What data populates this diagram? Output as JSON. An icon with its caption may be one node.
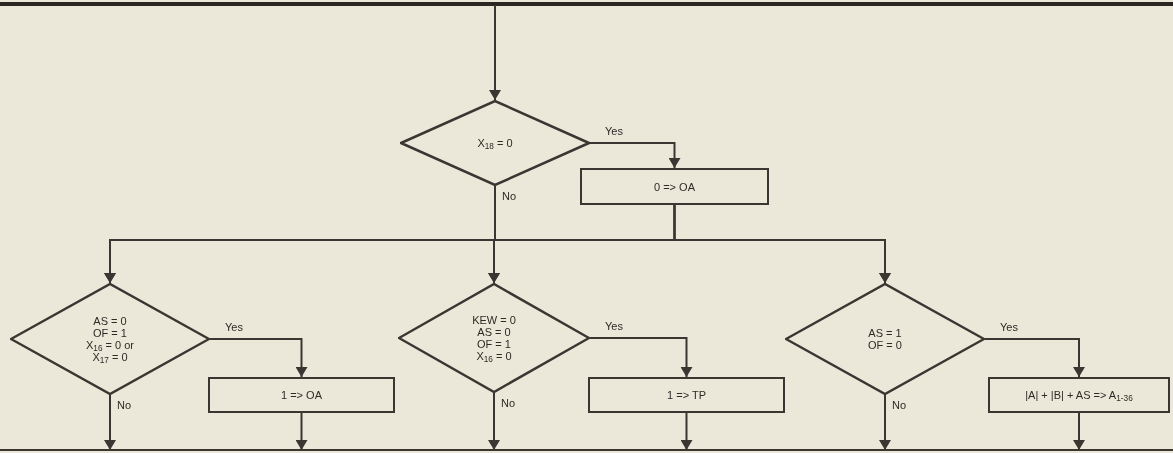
{
  "diagram": {
    "nodes": [
      {
        "text": [
          "X$_{18}$ = 0"
        ]
      },
      {
        "text": [
          "0 => OA"
        ]
      },
      {
        "text": [
          "AS = 0",
          "OF = 1",
          "X$_{16}$ = 0 or",
          "X$_{17}$ = 0"
        ]
      },
      {
        "text": [
          "1 => OA"
        ]
      },
      {
        "text": [
          "KEW = 0",
          "AS = 0",
          "OF = 1",
          "X$_{16}$ = 0"
        ]
      },
      {
        "text": [
          "1 => TP"
        ]
      },
      {
        "text": [
          "AS = 1",
          "OF = 0"
        ]
      },
      {
        "text": [
          "|A| + |B| + AS => A$_{1-36}$"
        ]
      }
    ],
    "edges": [
      {
        "from": null,
        "to": 0,
        "arrow": "to"
      },
      {
        "from": 0,
        "to": 1,
        "arrow": "to",
        "label": "Yes"
      },
      {
        "from": 0,
        "to": 2,
        "arrow": "to"
      },
      {
        "from": 0,
        "to": 4,
        "arrow": "to",
        "label": "No"
      },
      {
        "from": 0,
        "to": 6,
        "arrow": "to"
      },
      {
        "from": 1,
        "to": 2,
        "arrow": "to"
      },
      {
        "from": 1,
        "to": 4,
        "arrow": "to"
      },
      {
        "from": 1,
        "to": 6,
        "arrow": "to"
      },
      {
        "from": 2,
        "to": 3,
        "arrow": "to",
        "label": "Yes"
      },
      {
        "from": 4,
        "to": 5,
        "arrow": "to",
        "label": "Yes"
      },
      {
        "from": 6,
        "to": 7,
        "arrow": "to",
        "label": "Yes"
      },
      {
        "from": 2,
        "to": null,
        "arrow": "to",
        "label": "No"
      },
      {
        "from": 3,
        "to": null,
        "arrow": "to"
      },
      {
        "from": 4,
        "to": null,
        "arrow": "to",
        "label": "No"
      },
      {
        "from": 5,
        "to": null,
        "arrow": "to"
      },
      {
        "from": 6,
        "to": null,
        "arrow": "to",
        "label": "No"
      },
      {
        "from": 7,
        "to": null,
        "arrow": "to"
      }
    ]
  }
}
